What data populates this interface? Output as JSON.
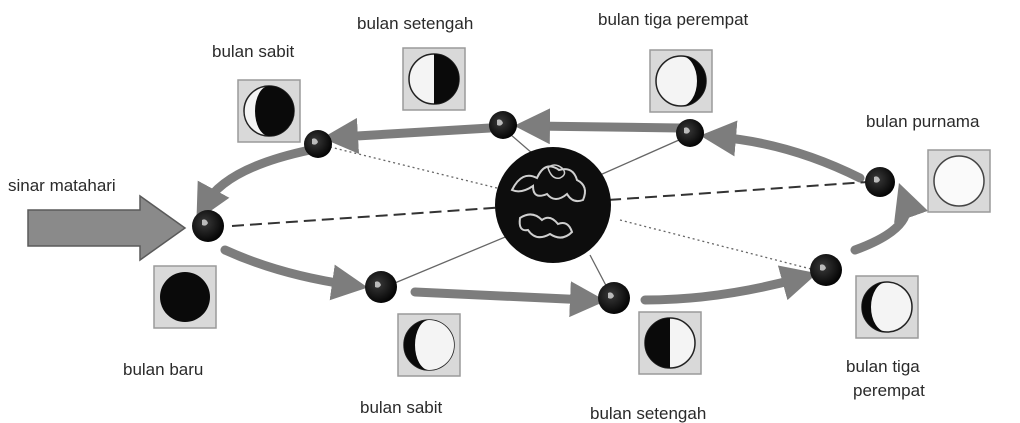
{
  "labels": {
    "sunlight": "sinar matahari",
    "new_moon": "bulan baru",
    "crescent_lower": "bulan sabit",
    "half_lower": "bulan setengah",
    "three_quarter_lower_line1": "bulan tiga",
    "three_quarter_lower_line2": "perempat",
    "full_moon": "bulan purnama",
    "three_quarter_upper": "bulan tiga perempat",
    "half_upper": "bulan setengah",
    "crescent_upper": "bulan sabit"
  },
  "colors": {
    "orbit_arrow": "#7d7d7d",
    "sun_arrow": "#8a8a8a",
    "moon_dark": "#111111",
    "earth": "#0d0d0d"
  }
}
